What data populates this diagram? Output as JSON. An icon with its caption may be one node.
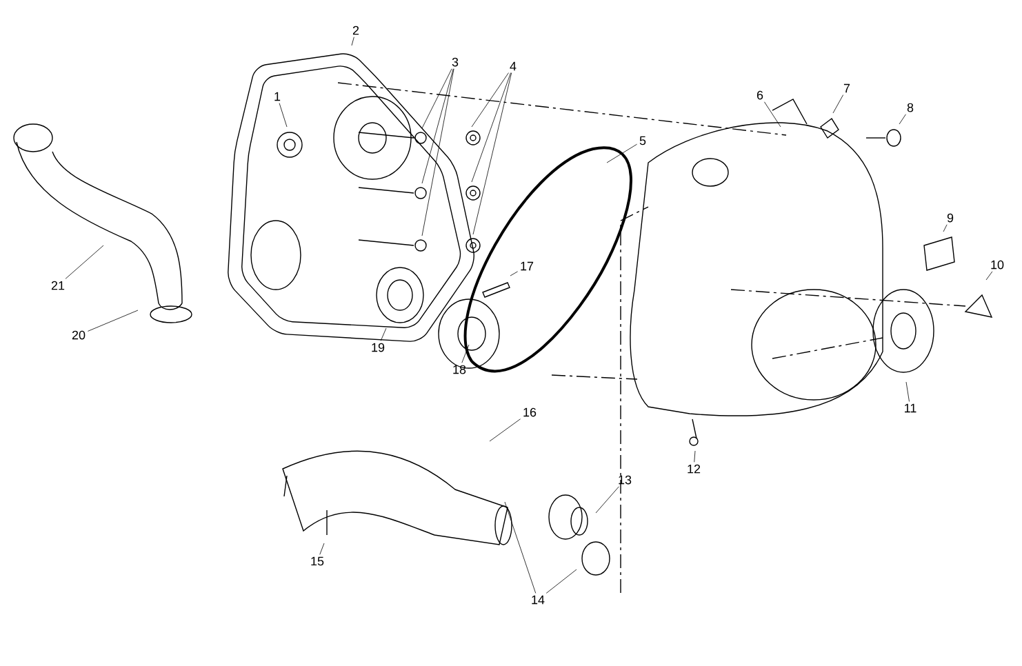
{
  "diagram": {
    "nodes": [
      {
        "text": [
          "1"
        ]
      },
      {
        "text": [
          "2"
        ]
      },
      {
        "text": [
          "3"
        ]
      },
      {
        "text": [
          "4"
        ]
      },
      {
        "text": [
          "5"
        ]
      },
      {
        "text": [
          "6"
        ]
      },
      {
        "text": [
          "7"
        ]
      },
      {
        "text": [
          "8"
        ]
      },
      {
        "text": [
          "9"
        ]
      },
      {
        "text": [
          "10"
        ]
      },
      {
        "text": [
          "11"
        ]
      },
      {
        "text": [
          "12"
        ]
      },
      {
        "text": [
          "13"
        ]
      },
      {
        "text": [
          "14"
        ]
      },
      {
        "text": [
          "15"
        ]
      },
      {
        "text": [
          "16"
        ]
      },
      {
        "text": [
          "17"
        ]
      },
      {
        "text": [
          "18"
        ]
      },
      {
        "text": [
          "19"
        ]
      },
      {
        "text": [
          "20"
        ]
      },
      {
        "text": [
          "21"
        ]
      }
    ],
    "edges": [
      {
        "from": 0,
        "to": null,
        "arrow": "none"
      },
      {
        "from": 1,
        "to": null,
        "arrow": "none"
      },
      {
        "from": 2,
        "to": null,
        "arrow": "none"
      },
      {
        "from": 2,
        "to": null,
        "arrow": "none"
      },
      {
        "from": 2,
        "to": null,
        "arrow": "none"
      },
      {
        "from": 3,
        "to": null,
        "arrow": "none"
      },
      {
        "from": 3,
        "to": null,
        "arrow": "none"
      },
      {
        "from": 3,
        "to": null,
        "arrow": "none"
      },
      {
        "from": 4,
        "to": null,
        "arrow": "none"
      },
      {
        "from": 5,
        "to": null,
        "arrow": "none"
      },
      {
        "from": 6,
        "to": null,
        "arrow": "none"
      },
      {
        "from": 7,
        "to": null,
        "arrow": "none"
      },
      {
        "from": 8,
        "to": null,
        "arrow": "none"
      },
      {
        "from": 9,
        "to": null,
        "arrow": "none"
      },
      {
        "from": 10,
        "to": null,
        "arrow": "none"
      },
      {
        "from": 11,
        "to": null,
        "arrow": "none"
      },
      {
        "from": 12,
        "to": null,
        "arrow": "none"
      },
      {
        "from": 13,
        "to": null,
        "arrow": "none"
      },
      {
        "from": 13,
        "to": null,
        "arrow": "none"
      },
      {
        "from": 14,
        "to": null,
        "arrow": "none"
      },
      {
        "from": 15,
        "to": null,
        "arrow": "none"
      },
      {
        "from": 16,
        "to": null,
        "arrow": "none"
      },
      {
        "from": 17,
        "to": null,
        "arrow": "none"
      },
      {
        "from": 18,
        "to": null,
        "arrow": "none"
      },
      {
        "from": 19,
        "to": null,
        "arrow": "none"
      },
      {
        "from": 20,
        "to": null,
        "arrow": "none"
      }
    ]
  }
}
